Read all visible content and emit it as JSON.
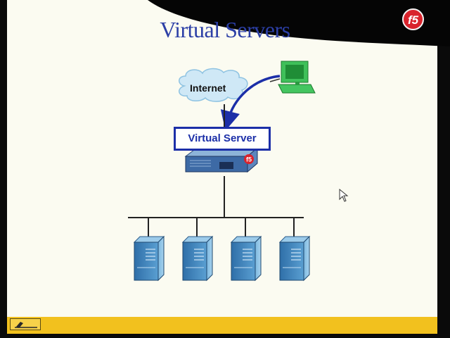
{
  "slide": {
    "title": "Virtual Servers",
    "logo_text": "f5"
  },
  "diagram": {
    "internet_label": "Internet",
    "virtual_server_label": "Virtual Server",
    "appliance_logo_text": "f5",
    "backend_server_count": 4,
    "client_icon": "desktop-computer-icon",
    "appliance_icon": "load-balancer-appliance-icon",
    "server_icon": "server-tower-icon",
    "colors": {
      "title": "#2c3fa6",
      "box_border": "#1c2fa8",
      "arrow": "#1c2fa8",
      "cloud": "#b9dcef",
      "client": "#33b54a",
      "server": "#4a8fc4",
      "footer": "#f2c11e",
      "logo": "#d9232c"
    }
  }
}
